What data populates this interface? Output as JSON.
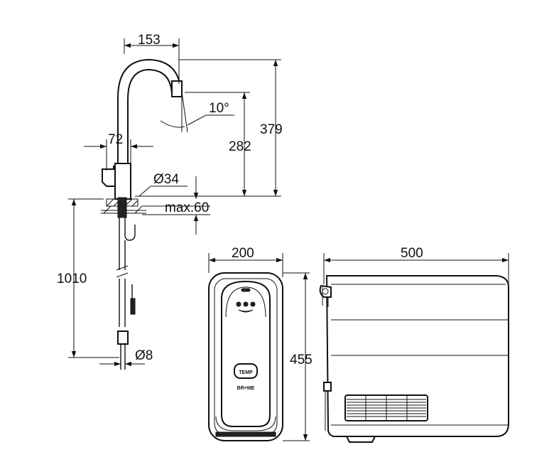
{
  "dimensions": {
    "spout_reach": "153",
    "spout_angle": "10°",
    "height_total": "379",
    "height_spout": "282",
    "base_width": "72",
    "base_diameter": "Ø34",
    "max_thickness": "max.60",
    "hose_length": "1010",
    "hose_diameter": "Ø8",
    "boiler_width": "200",
    "boiler_depth": "500",
    "boiler_height": "455"
  },
  "display_labels": {
    "status_button": "TEMP",
    "bottom_label": "BR+ME"
  }
}
